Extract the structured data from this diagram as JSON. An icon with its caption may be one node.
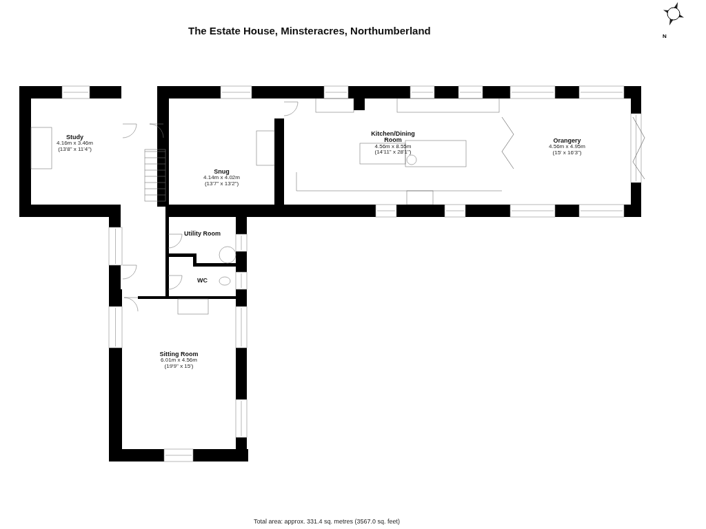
{
  "diagram": {
    "title": "The Estate House, Minsteracres, Northumberland",
    "caption": "Total area: approx. 331.4 sq. metres (3567.0 sq. feet)",
    "nodes": [
      {
        "text": [
          "Study",
          "4.16m x 3.46m",
          "(13'8\" x 11'4\")"
        ]
      },
      {
        "text": [
          "Snug",
          "4.14m x 4.02m",
          "(13'7\" x 13'2\")"
        ]
      },
      {
        "text": [
          "Kitchen/Dining Room",
          "4.56m x 8.55m",
          "(14'11\" x 28'1\")"
        ]
      },
      {
        "text": [
          "Orangery",
          "4.56m x 4.95m",
          "(15' x 16'3\")"
        ]
      },
      {
        "text": [
          "Utility Room"
        ]
      },
      {
        "text": [
          "WC"
        ]
      },
      {
        "text": [
          "Sitting Room",
          "6.01m x 4.56m",
          "(19'9\" x 15')"
        ]
      }
    ],
    "labels": [
      "N"
    ]
  }
}
